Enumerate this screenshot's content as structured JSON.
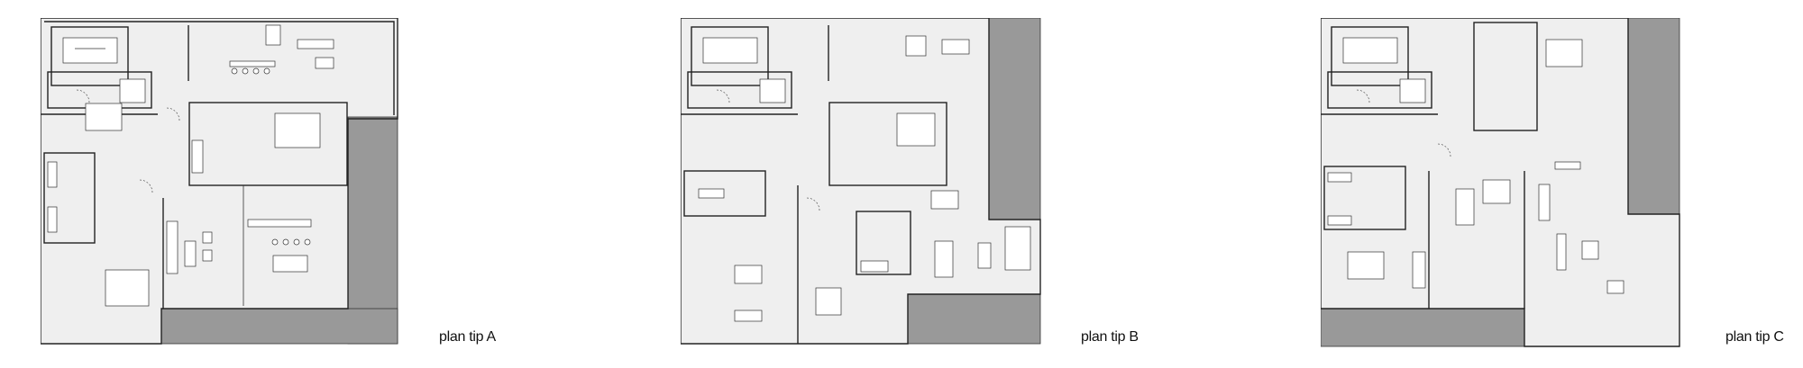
{
  "plans": [
    {
      "label": "plan tip A"
    },
    {
      "label": "plan tip B"
    },
    {
      "label": "plan tip C"
    }
  ],
  "colors": {
    "terrace": "#999999",
    "floor": "#efefef",
    "walls": "#222222"
  }
}
